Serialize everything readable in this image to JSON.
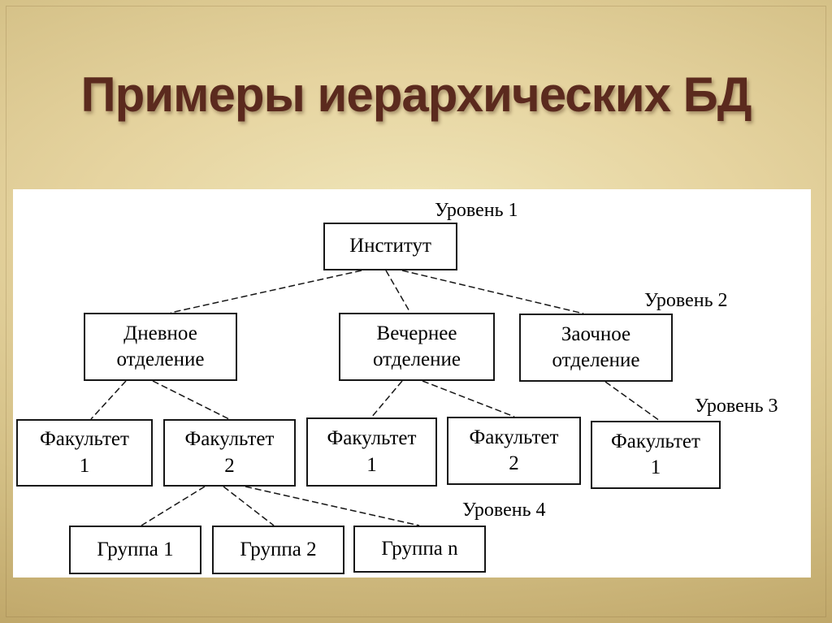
{
  "slide": {
    "title": "Примеры иерархических БД"
  },
  "diagram": {
    "level_labels": [
      "Уровень 1",
      "Уровень 2",
      "Уровень 3",
      "Уровень 4"
    ],
    "nodes": {
      "institute": "Институт",
      "day_dept": "Дневное\nотделение",
      "evening_dept": "Вечернее\nотделение",
      "extramural_dept": "Заочное\nотделение",
      "faculty_day_1": "Факультет\n1",
      "faculty_day_2": "Факультет\n2",
      "faculty_evening_1": "Факультет\n1",
      "faculty_evening_2": "Факультет\n2",
      "faculty_extramural_1": "Факультет\n1",
      "group_1": "Группа 1",
      "group_2": "Группа 2",
      "group_n": "Группа n"
    },
    "structure": {
      "Институт": {
        "Дневное отделение": {
          "Факультет 1": [],
          "Факультет 2": [
            "Группа 1",
            "Группа 2",
            "Группа n"
          ]
        },
        "Вечернее отделение": {
          "Факультет 1": [],
          "Факультет 2": []
        },
        "Заочное отделение": {
          "Факультет 1": []
        }
      }
    },
    "colors": {
      "background_gold": "#d3bf85",
      "title_maroon": "#5b2a1e",
      "panel_white": "#ffffff",
      "line_black": "#161616"
    }
  }
}
